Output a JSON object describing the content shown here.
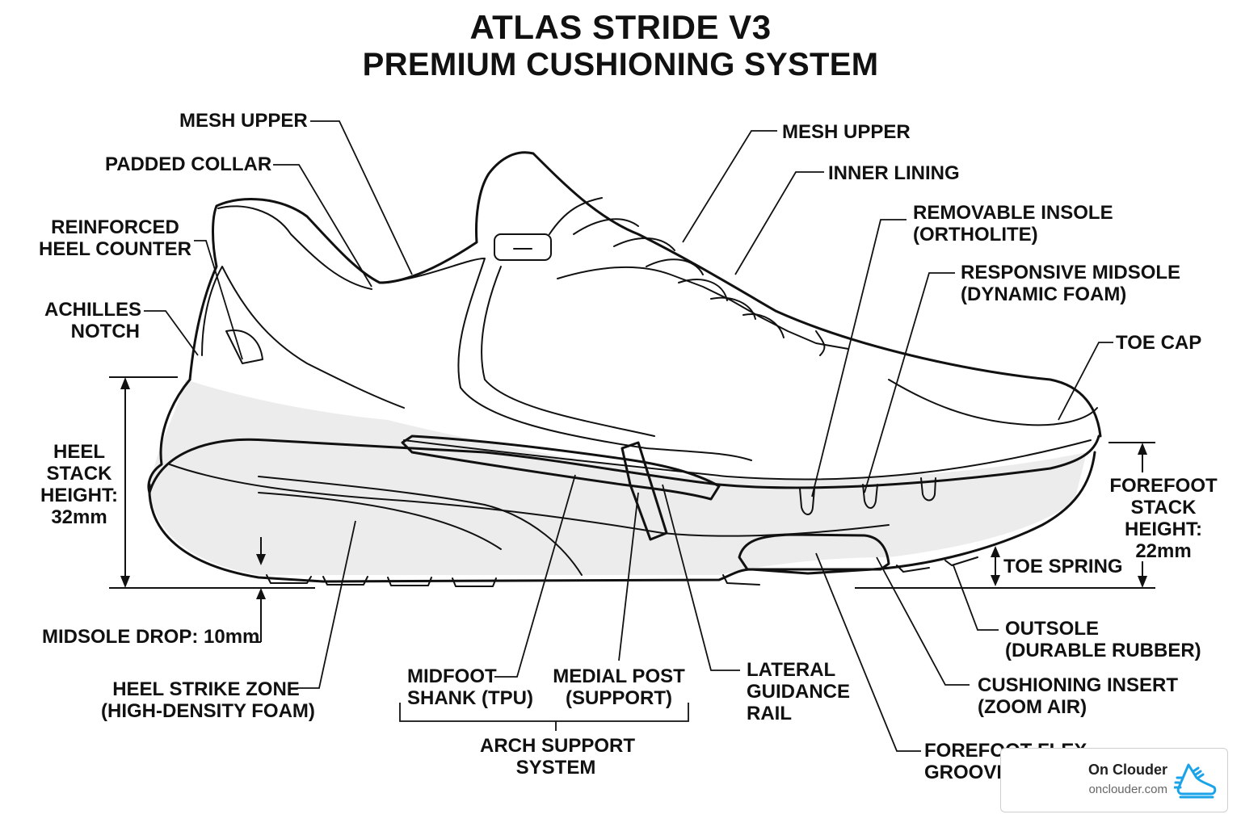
{
  "title": {
    "line1": "ATLAS STRIDE V3",
    "line2": "PREMIUM CUSHIONING SYSTEM"
  },
  "labels": {
    "mesh_upper_left": "MESH UPPER",
    "padded_collar": "PADDED COLLAR",
    "heel_counter": "REINFORCED\nHEEL COUNTER",
    "achilles_notch": "ACHILLES\nNOTCH",
    "heel_stack": "HEEL\nSTACK\nHEIGHT:\n32mm",
    "midsole_drop": "MIDSOLE DROP: 10mm",
    "heel_strike": "HEEL STRIKE ZONE\n(HIGH-DENSITY FOAM)",
    "midfoot_shank": "MIDFOOT\nSHANK (TPU)",
    "medial_post": "MEDIAL POST\n(SUPPORT)",
    "arch_support": "ARCH SUPPORT\nSYSTEM",
    "lateral_rail": "LATERAL\nGUIDANCE\nRAIL",
    "forefoot_flex": "FOREFOOT FLEX\nGROOVE",
    "cushioning_insert": "CUSHIONING INSERT\n(ZOOM AIR)",
    "outsole": "OUTSOLE\n(DURABLE RUBBER)",
    "toe_spring": "TOE SPRING",
    "forefoot_stack": "FOREFOOT\nSTACK\nHEIGHT:\n22mm",
    "toe_cap": "TOE CAP",
    "responsive_midsole": "RESPONSIVE MIDSOLE\n(DYNAMIC FOAM)",
    "removable_insole": "REMOVABLE INSOLE\n(ORTHOLITE)",
    "inner_lining": "INNER LINING",
    "mesh_upper_right": "MESH UPPER"
  },
  "watermark": {
    "name": "On Clouder",
    "domain": "onclouder.com",
    "icon": "running-shoe-icon",
    "icon_color": "#1aa3e8"
  },
  "colors": {
    "ink": "#111111",
    "shading": "#ececec",
    "background": "#ffffff"
  }
}
